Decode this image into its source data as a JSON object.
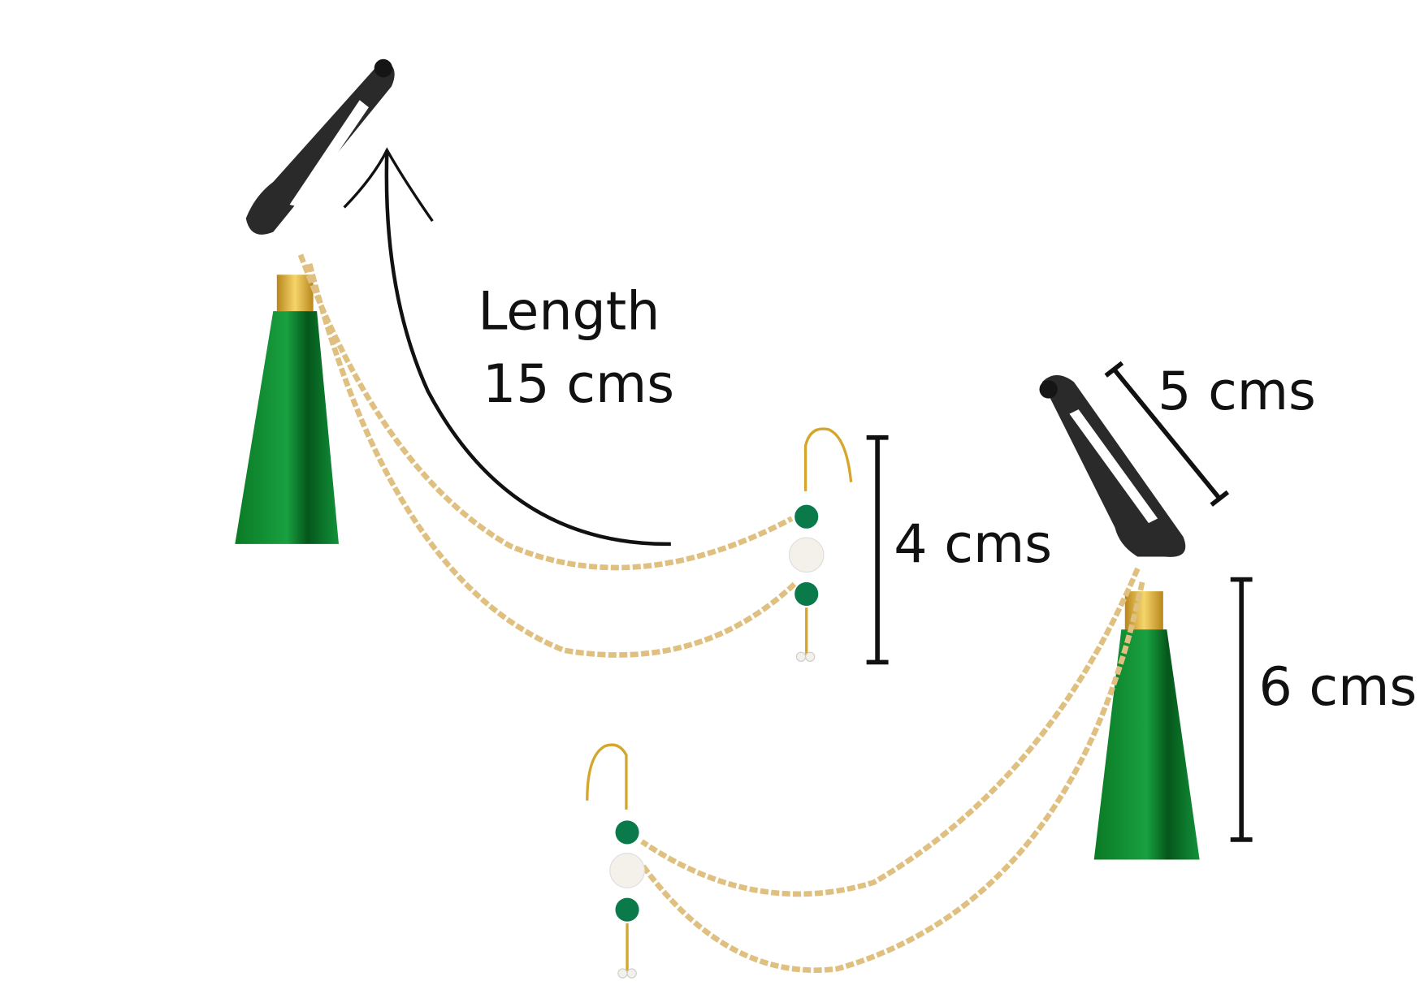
{
  "annotations": {
    "length_title": "Length",
    "length_value": "15 cms",
    "clip_length": "5 cms",
    "earring_length": "4 cms",
    "tassel_length": "6 cms"
  },
  "colors": {
    "clip": "#2a2a2a",
    "tassel": "#0f8a2e",
    "chain": "#e0c080",
    "gold": "#d4a72c",
    "bead_green": "#0a7a4a",
    "pearl": "#f4f1ea"
  }
}
